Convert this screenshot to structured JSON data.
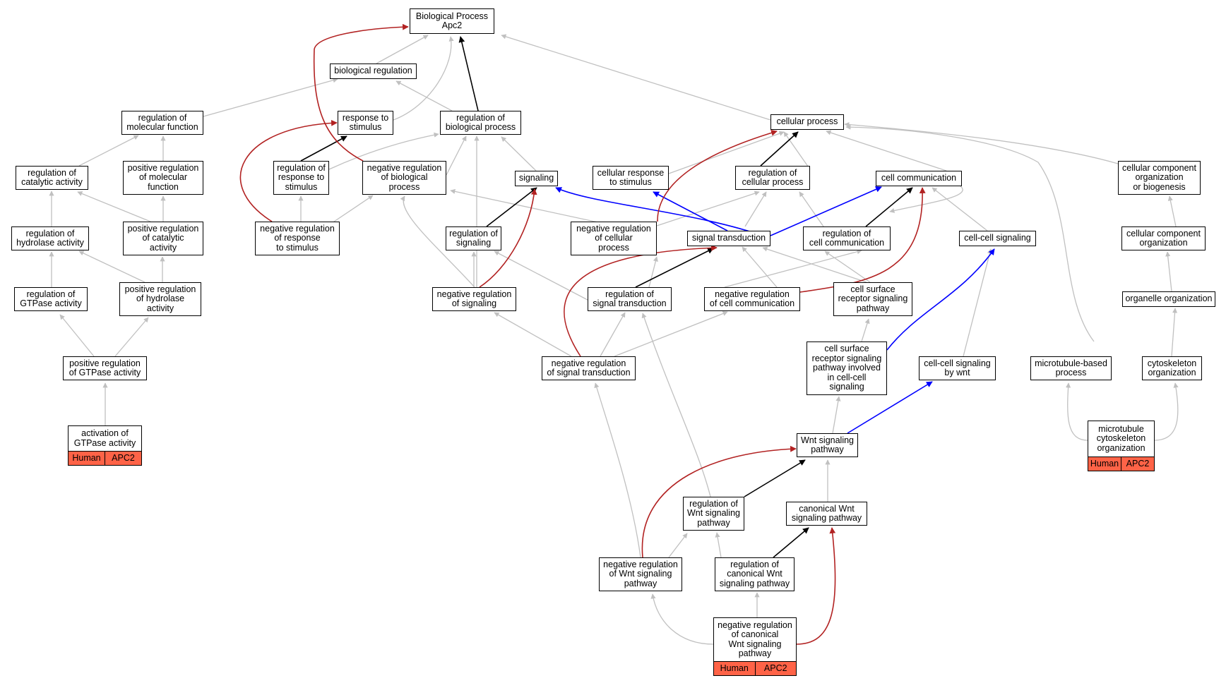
{
  "colors": {
    "is_a": "#c0c0c0",
    "part_of": "#000000",
    "regulates": "#0000ff",
    "neg_regulates": "#b22222",
    "annotation": "#ff6347"
  },
  "nodes": [
    {
      "id": "bp",
      "label": "Biological Process\nApc2"
    },
    {
      "id": "bioreg",
      "label": "biological regulation"
    },
    {
      "id": "regmol",
      "label": "regulation of\nmolecular function"
    },
    {
      "id": "resp",
      "label": "response to\nstimulus"
    },
    {
      "id": "regbio",
      "label": "regulation of\nbiological process"
    },
    {
      "id": "cellproc",
      "label": "cellular process"
    },
    {
      "id": "regcat",
      "label": "regulation of\ncatalytic activity"
    },
    {
      "id": "posregmol",
      "label": "positive regulation\nof molecular\nfunction"
    },
    {
      "id": "regresp",
      "label": "regulation of\nresponse to\nstimulus"
    },
    {
      "id": "negregbio",
      "label": "negative regulation\nof biological\nprocess"
    },
    {
      "id": "signaling",
      "label": "signaling"
    },
    {
      "id": "cellresp",
      "label": "cellular response\nto stimulus"
    },
    {
      "id": "regcellproc",
      "label": "regulation of\ncellular process"
    },
    {
      "id": "cellcomm",
      "label": "cell communication"
    },
    {
      "id": "ccorg",
      "label": "cellular component\norganization\nor biogenesis"
    },
    {
      "id": "reghyd",
      "label": "regulation of\nhydrolase activity"
    },
    {
      "id": "posregcat",
      "label": "positive regulation\nof catalytic\nactivity"
    },
    {
      "id": "negregresp",
      "label": "negative regulation\nof response\nto stimulus"
    },
    {
      "id": "regsig",
      "label": "regulation of\nsignaling"
    },
    {
      "id": "negregcell",
      "label": "negative regulation\nof cellular\nprocess"
    },
    {
      "id": "sigtrans",
      "label": "signal transduction"
    },
    {
      "id": "regcellcomm",
      "label": "regulation of\ncell communication"
    },
    {
      "id": "cellcell",
      "label": "cell-cell signaling"
    },
    {
      "id": "ccorg2",
      "label": "cellular component\norganization"
    },
    {
      "id": "reggtp",
      "label": "regulation of\nGTPase activity"
    },
    {
      "id": "posreghyd",
      "label": "positive regulation\nof hydrolase\nactivity"
    },
    {
      "id": "negregsig",
      "label": "negative regulation\nof signaling"
    },
    {
      "id": "regsigtrans",
      "label": "regulation of\nsignal transduction"
    },
    {
      "id": "negregcellcomm",
      "label": "negative regulation\nof cell communication"
    },
    {
      "id": "csrsp",
      "label": "cell surface\nreceptor signaling\npathway"
    },
    {
      "id": "orgorg",
      "label": "organelle organization"
    },
    {
      "id": "posreggtp",
      "label": "positive regulation\nof GTPase activity"
    },
    {
      "id": "negregsigtrans",
      "label": "negative regulation\nof signal transduction"
    },
    {
      "id": "csrspcc",
      "label": "cell surface\nreceptor signaling\npathway involved\nin cell-cell\nsignaling"
    },
    {
      "id": "ccwnt",
      "label": "cell-cell signaling\nby wnt"
    },
    {
      "id": "mtproc",
      "label": "microtubule-based\nprocess"
    },
    {
      "id": "cytoorg",
      "label": "cytoskeleton\norganization"
    },
    {
      "id": "actgtp",
      "label": "activation of\nGTPase activity",
      "tags": [
        "Human",
        "APC2"
      ]
    },
    {
      "id": "wnt",
      "label": "Wnt signaling\npathway"
    },
    {
      "id": "mtcyto",
      "label": "microtubule\ncytoskeleton\norganization",
      "tags": [
        "Human",
        "APC2"
      ]
    },
    {
      "id": "regwnt",
      "label": "regulation of\nWnt signaling\npathway"
    },
    {
      "id": "canwnt",
      "label": "canonical Wnt\nsignaling pathway"
    },
    {
      "id": "negregwnt",
      "label": "negative regulation\nof Wnt signaling\npathway"
    },
    {
      "id": "regcanwnt",
      "label": "regulation of\ncanonical Wnt\nsignaling pathway"
    },
    {
      "id": "negregcanwnt",
      "label": "negative regulation\nof canonical\nWnt signaling\npathway",
      "tags": [
        "Human",
        "APC2"
      ]
    }
  ]
}
